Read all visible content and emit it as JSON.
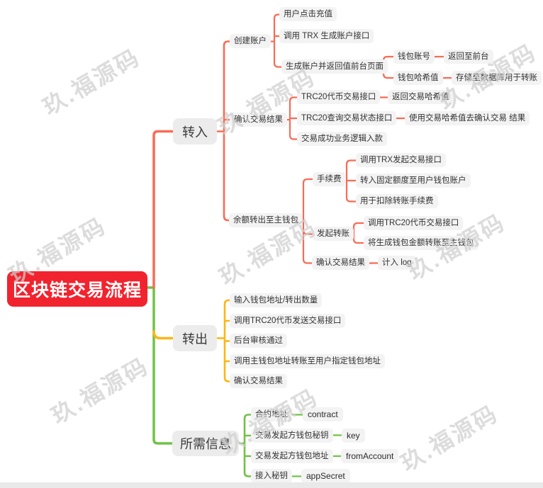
{
  "watermark": {
    "text": "玖.福源码"
  },
  "colors": {
    "root_bg": "#f1232e",
    "branch_in_line": "#f96b55",
    "branch_out_line": "#fcb515",
    "branch_info_line": "#71c247",
    "branch_node_bg": "#ececec",
    "leaf_node_bg": "#f3f3f4"
  },
  "mindmap": {
    "root": {
      "label": "区块链交易流程"
    },
    "branches": [
      {
        "label": "转入",
        "children": [
          {
            "label": "创建账户",
            "children": [
              {
                "label": "用户点击充值"
              },
              {
                "label": "调用 TRX 生成账户接口"
              },
              {
                "label": "生成账户并返回值前台页面",
                "children": [
                  {
                    "label": "钱包账号",
                    "children": [
                      {
                        "label": "返回至前台"
                      }
                    ]
                  },
                  {
                    "label": "钱包哈希值",
                    "children": [
                      {
                        "label": "存储至数据库用于转账"
                      }
                    ]
                  }
                ]
              }
            ]
          },
          {
            "label": "确认交易结果",
            "children": [
              {
                "label": "TRC20代币交易接口",
                "children": [
                  {
                    "label": "返回交易哈希值"
                  }
                ]
              },
              {
                "label": "TRC20查询交易状态接口",
                "children": [
                  {
                    "label": "使用交易哈希值去确认交易 结果"
                  }
                ]
              },
              {
                "label": "交易成功业务逻辑入款"
              }
            ]
          },
          {
            "label": "余额转出至主钱包",
            "children": [
              {
                "label": "手续费",
                "children": [
                  {
                    "label": "调用TRX发起交易接口"
                  },
                  {
                    "label": "转入固定额度至用户钱包账户"
                  },
                  {
                    "label": "用于扣除转账手续费"
                  }
                ]
              },
              {
                "label": "发起转账",
                "children": [
                  {
                    "label": "调用TRC20代币交易接口"
                  },
                  {
                    "label": "将生成钱包金额转账至主钱包"
                  }
                ]
              },
              {
                "label": "确认交易结果",
                "children": [
                  {
                    "label": "计入 log"
                  }
                ]
              }
            ]
          }
        ]
      },
      {
        "label": "转出",
        "children": [
          {
            "label": "输入钱包地址/转出数量"
          },
          {
            "label": "调用TRC20代币发送交易接口"
          },
          {
            "label": "后台审核通过"
          },
          {
            "label": "调用主钱包地址转账至用户指定钱包地址"
          },
          {
            "label": "确认交易结果"
          }
        ]
      },
      {
        "label": "所需信息",
        "children": [
          {
            "label": "合约地址",
            "children": [
              {
                "label": "contract"
              }
            ]
          },
          {
            "label": "交易发起方钱包秘钥",
            "children": [
              {
                "label": "key"
              }
            ]
          },
          {
            "label": "交易发起方钱包地址",
            "children": [
              {
                "label": "fromAccount"
              }
            ]
          },
          {
            "label": "接入秘钥",
            "children": [
              {
                "label": "appSecret"
              }
            ]
          }
        ]
      }
    ]
  }
}
